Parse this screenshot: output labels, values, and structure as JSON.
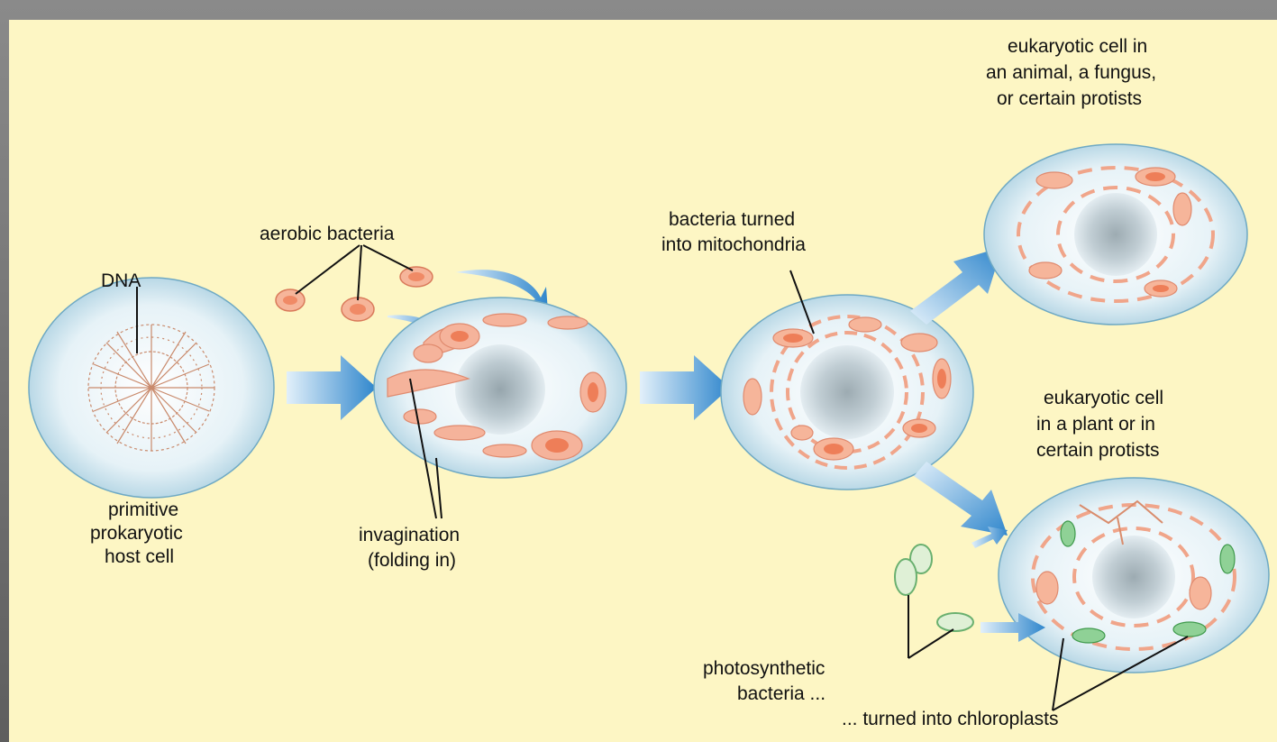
{
  "labels": {
    "dna": "DNA",
    "host_cell": [
      "primitive",
      "prokaryotic",
      "host cell"
    ],
    "aerobic_bacteria": "aerobic bacteria",
    "invagination": [
      "invagination",
      "(folding in)"
    ],
    "mitochondria": [
      "bacteria turned",
      "into mitochondria"
    ],
    "animal_cell": [
      "eukaryotic cell in",
      "an animal, a fungus,",
      "or certain protists"
    ],
    "plant_cell": [
      "eukaryotic cell",
      "in a plant or in",
      "certain protists"
    ],
    "photosynthetic": [
      "photosynthetic",
      "bacteria ..."
    ],
    "chloroplasts": "... turned into chloroplasts"
  },
  "colors": {
    "background": "#fdf6c4",
    "cell_fill": "#e3f0f6",
    "mitochondria": "#f4a27f",
    "chloroplast": "#5fb86a",
    "arrow": "#3a8fd0"
  }
}
